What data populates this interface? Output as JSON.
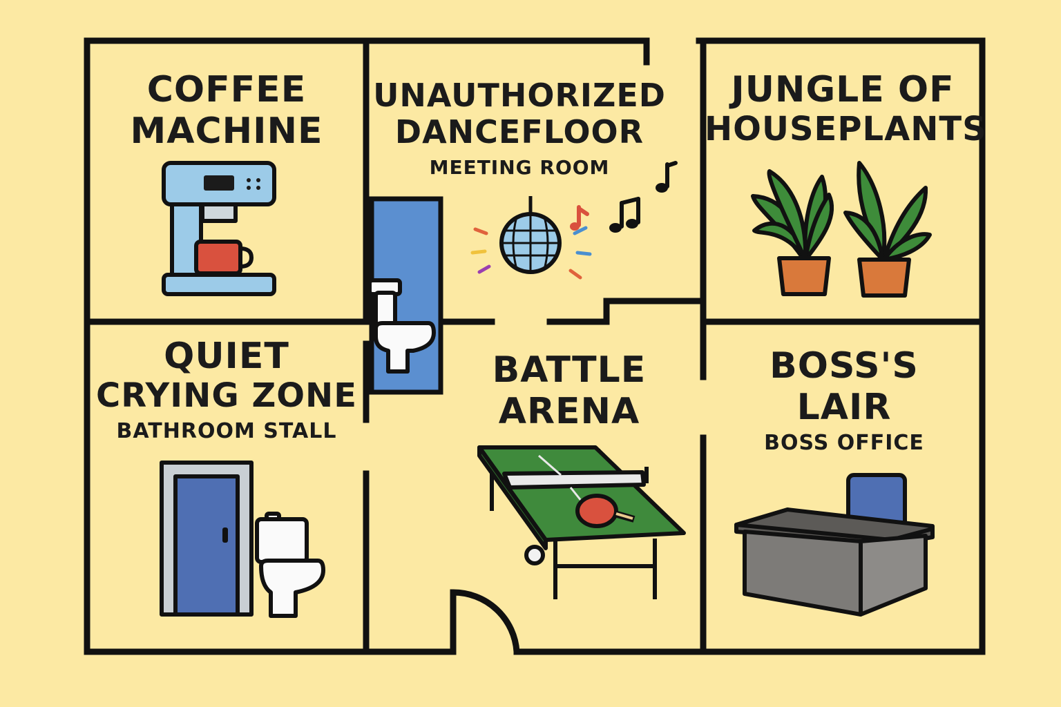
{
  "rooms": {
    "coffee": {
      "title_line1": "Coffee",
      "title_line2": "Machine"
    },
    "dancefloor": {
      "title_line1": "Unauthorized",
      "title_line2": "Dancefloor",
      "subtitle": "Meeting Room"
    },
    "jungle": {
      "title_line1": "Jungle of",
      "title_line2": "Houseplants"
    },
    "crying": {
      "title_line1": "Quiet",
      "title_line2": "Crying Zone",
      "subtitle": "Bathroom Stall"
    },
    "battle": {
      "title_line1": "Battle",
      "title_line2": "Arena"
    },
    "boss": {
      "title_line1": "Boss's",
      "title_line2": "Lair",
      "subtitle": "Boss Office"
    }
  },
  "icons": [
    "coffee-machine-icon",
    "disco-ball-icon",
    "music-notes-icon",
    "houseplant-icon",
    "toilet-icon",
    "stall-door-icon",
    "ping-pong-table-icon",
    "desk-icon",
    "office-chair-icon"
  ],
  "colors": {
    "background": "#FCE9A3",
    "wall": "#111111",
    "stall_blue": "#5B8FD0",
    "door_blue": "#4F6FB3",
    "table_green": "#3F8A3C",
    "pot_orange": "#D9793B",
    "leaf_green": "#3E8C3A",
    "cup_red": "#D9513E",
    "machine_blue": "#9CCBE8",
    "desk_grey": "#7D7B78"
  }
}
